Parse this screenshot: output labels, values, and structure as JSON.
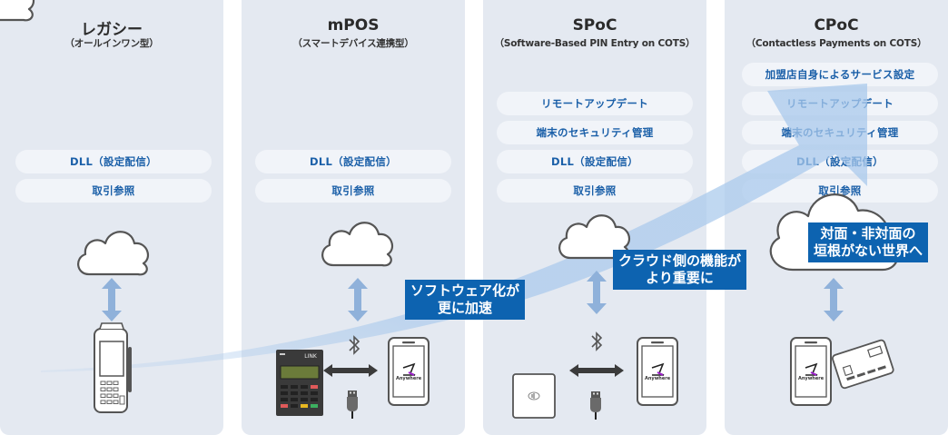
{
  "columns": [
    {
      "title": "レガシー",
      "subtitle": "（オールインワン型）",
      "functions": [
        "DLL（設定配信）",
        "取引参照"
      ]
    },
    {
      "title": "mPOS",
      "subtitle": "（スマートデバイス連携型）",
      "functions": [
        "DLL（設定配信）",
        "取引参照"
      ]
    },
    {
      "title": "SPoC",
      "subtitle": "（Software-Based PIN Entry on COTS）",
      "functions": [
        "リモートアップデート",
        "端末のセキュリティ管理",
        "DLL（設定配信）",
        "取引参照"
      ]
    },
    {
      "title": "CPoC",
      "subtitle": "（Contactless Payments on COTS）",
      "functions": [
        "加盟店自身によるサービス設定",
        "リモートアップデート",
        "端末のセキュリティ管理",
        "DLL（設定配信）",
        "取引参照"
      ]
    }
  ],
  "callouts": [
    {
      "line1": "ソフトウェア化が",
      "line2": "更に加速"
    },
    {
      "line1": "クラウド側の機能が",
      "line2": "より重要に"
    },
    {
      "line1": "対面・非対面の",
      "line2": "垣根がない世界へ"
    }
  ],
  "device_labels": {
    "smartphone_app": "Anywhere",
    "mpos_reader_brand": "LINK"
  },
  "icons": {
    "cloud": "cloud-icon",
    "sync_arrow": "double-arrow-vertical",
    "bluetooth": "bluetooth-icon",
    "usb": "usb-cable-icon",
    "card": "credit-card-icon"
  },
  "colors": {
    "panel_bg": "#e4e9f1",
    "pill_text": "#1a5fa8",
    "callout_bg": "#0d63b0",
    "sync_arrow": "#8fb1da",
    "swoosh": "#a9c9ec"
  }
}
